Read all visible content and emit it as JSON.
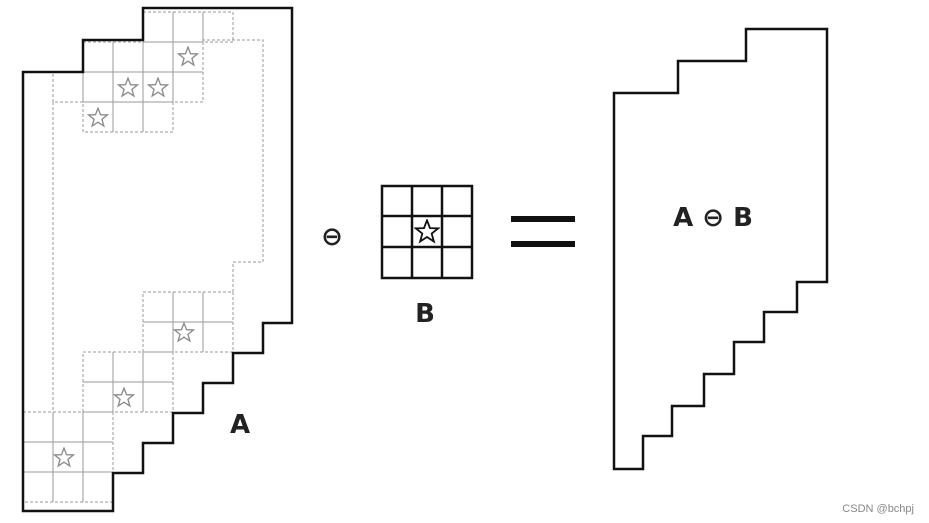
{
  "diagram": {
    "label_a": "A",
    "operator_symbol": "⊖",
    "label_b": "B",
    "result_label": "A ⊖ B",
    "watermark": "CSDN @bchpj"
  },
  "colors": {
    "outline": "#111111",
    "dashed_grid": "#9a9a9a",
    "text": "#222222"
  },
  "icons": {
    "origin_marker": "star-icon"
  }
}
